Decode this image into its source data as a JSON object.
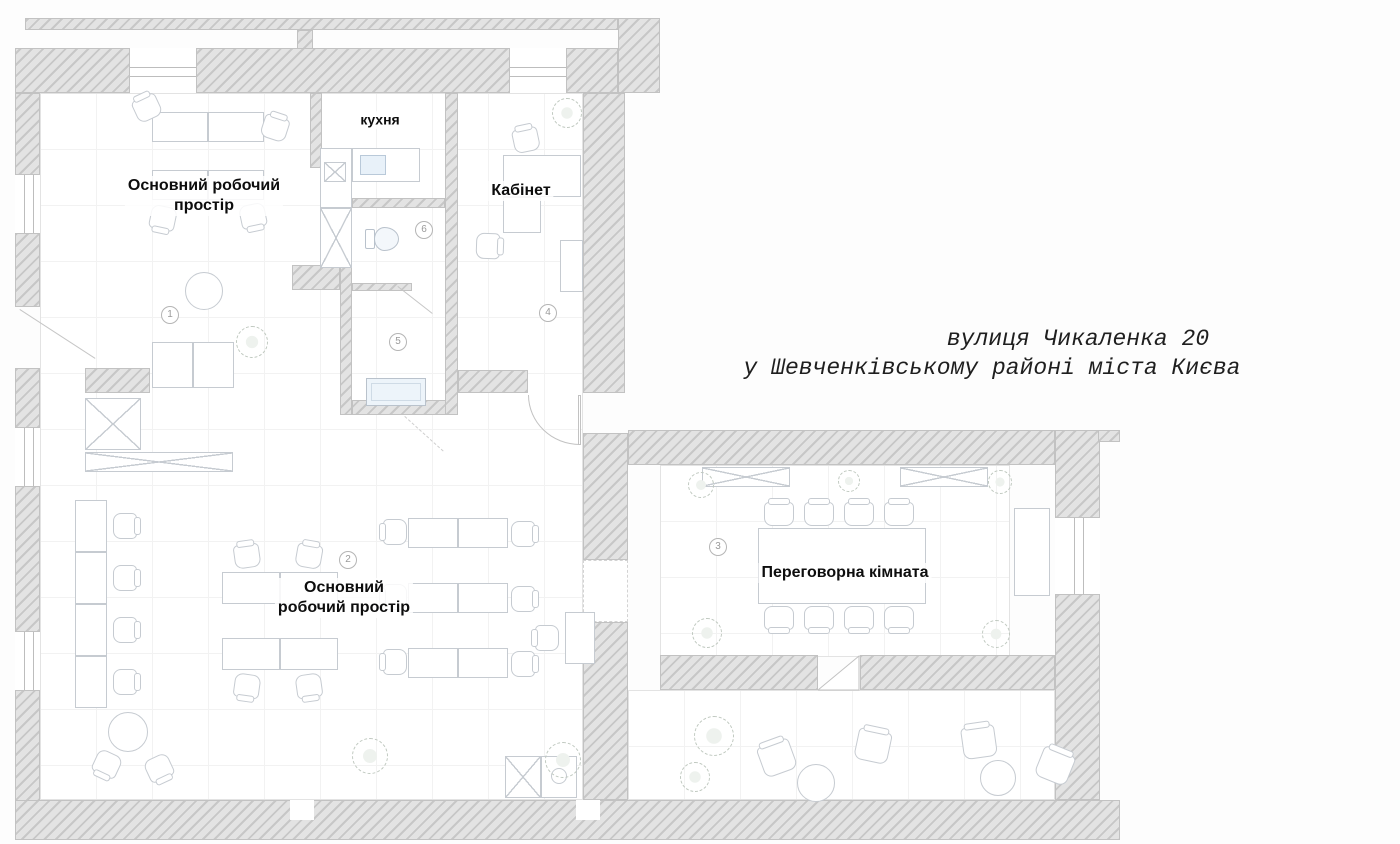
{
  "rooms": {
    "workspace1": {
      "name_line1": "Основний робочий",
      "name_line2": "простір",
      "number": "1"
    },
    "workspace2": {
      "name_line1": "Основний",
      "name_line2": "робочий простір",
      "number": "2"
    },
    "meeting": {
      "name": "Переговорна кімната",
      "number": "3"
    },
    "cabinet": {
      "name": "Кабінет",
      "number": "4"
    },
    "shower_room": {
      "number": "5"
    },
    "wc": {
      "number": "6"
    },
    "kitchen": {
      "name": "кухня"
    }
  },
  "annotation": {
    "line1": "вулиця Чикаленка 20",
    "line2": "у Шевченківському районі міста Києва"
  },
  "colors": {
    "wall_fill": "#e3e3e3",
    "wall_hatch": "#c7c7c7",
    "wall_edge": "#c2c2c2",
    "furniture_outline": "#c6cbd1",
    "floor_grid": "#f2f2f2",
    "label_text": "#0d0d0d",
    "number_text": "#9a9a9a",
    "annotation_text": "#1f1f1f",
    "water_fill": "#edf4fa"
  }
}
